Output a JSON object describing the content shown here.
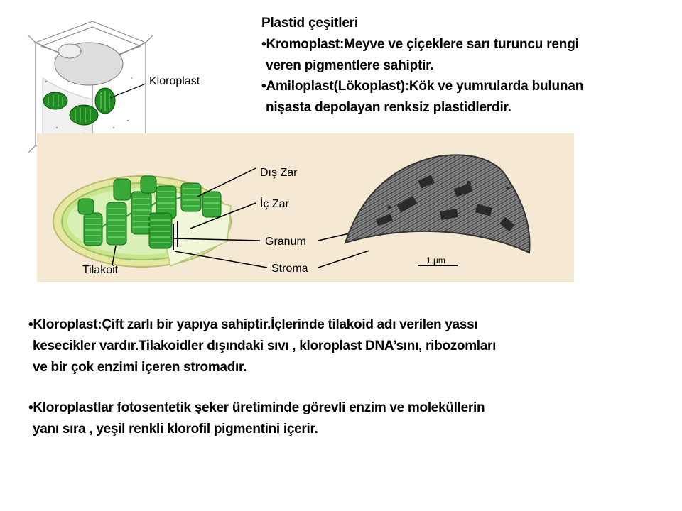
{
  "header": {
    "title": "Plastid çeşitleri",
    "lines": [
      "•Kromoplast:Meyve ve çiçeklere sarı turuncu rengi",
      "veren pigmentlere sahiptir.",
      "•Amiloplast(Lökoplast):Kök ve yumrularda bulunan",
      "nişasta depolayan renksiz plastidlerdir."
    ]
  },
  "figure": {
    "cell_label": "Kloroplast",
    "labels": {
      "outer_membrane": "Dış Zar",
      "inner_membrane": "İç Zar",
      "granum": "Granum",
      "stroma": "Stroma",
      "thylakoid": "Tilakoit",
      "scale_bar": "1 µm"
    },
    "colors": {
      "panel": "#f5e9d4",
      "chloroplast_green": "#2e9e2e",
      "membrane_yellow": "#dfe08a"
    }
  },
  "paragraphs": {
    "p1": [
      "•Kloroplast:Çift zarlı bir yapıya sahiptir.İçlerinde tilakoid adı verilen yassı",
      "kesecikler vardır.Tilakoidler dışındaki sıvı , kloroplast DNA’sını, ribozomları",
      "ve bir çok enzimi içeren stromadır."
    ],
    "p2": [
      "•Kloroplastlar fotosentetik şeker üretiminde görevli enzim ve moleküllerin",
      "yanı sıra , yeşil renkli klorofil pigmentini içerir."
    ]
  }
}
